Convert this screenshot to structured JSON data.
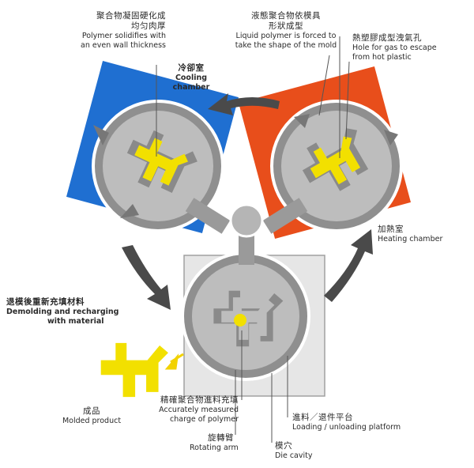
{
  "labels": {
    "solidify": {
      "zh_line1": "聚合物凝固硬化成",
      "zh_line2": "均匀肉厚",
      "en_line1": "Polymer solidifies with",
      "en_line2": "an even wall thickness"
    },
    "liquid": {
      "zh_line1": "液態聚合物依模具",
      "zh_line2": "形狀成型",
      "en_line1": "Liquid polymer is forced to",
      "en_line2": "take the shape of the mold"
    },
    "gas_hole": {
      "zh": "熱塑膠成型洩氣孔",
      "en_line1": "Hole for gas to escape",
      "en_line2": "from hot plastic"
    },
    "cooling": {
      "zh": "冷卻室",
      "en_line1": "Cooling",
      "en_line2": "chamber"
    },
    "heating": {
      "zh": "加熱室",
      "en": "Heating chamber"
    },
    "demolding": {
      "zh": "退模後重新充填材料",
      "en_line1": "Demolding and recharging",
      "en_line2": "with material"
    },
    "molded": {
      "zh": "成品",
      "en": "Molded product"
    },
    "charge": {
      "zh": "精確聚合物進料充填",
      "en_line1": "Accurately measured",
      "en_line2": "charge of polymer"
    },
    "loading": {
      "zh": "進料／退件平台",
      "en": "Loading / unloading platform"
    },
    "arm": {
      "zh": "旋轉臂",
      "en": "Rotating arm"
    },
    "cavity": {
      "zh": "模穴",
      "en": "Die cavity"
    }
  },
  "colors": {
    "cooling_chamber": "#1f6fd1",
    "heating_chamber": "#e84e1b",
    "loading_platform": "#e6e6e6",
    "mold": "#9a9a9a",
    "mold_inner": "#bdbdbd",
    "polymer": "#f2e000",
    "arrow": "#4a4a4a"
  },
  "icons": [
    "rotation-arrow-icon",
    "gas-vent-icon",
    "callout-arrow-icon"
  ]
}
